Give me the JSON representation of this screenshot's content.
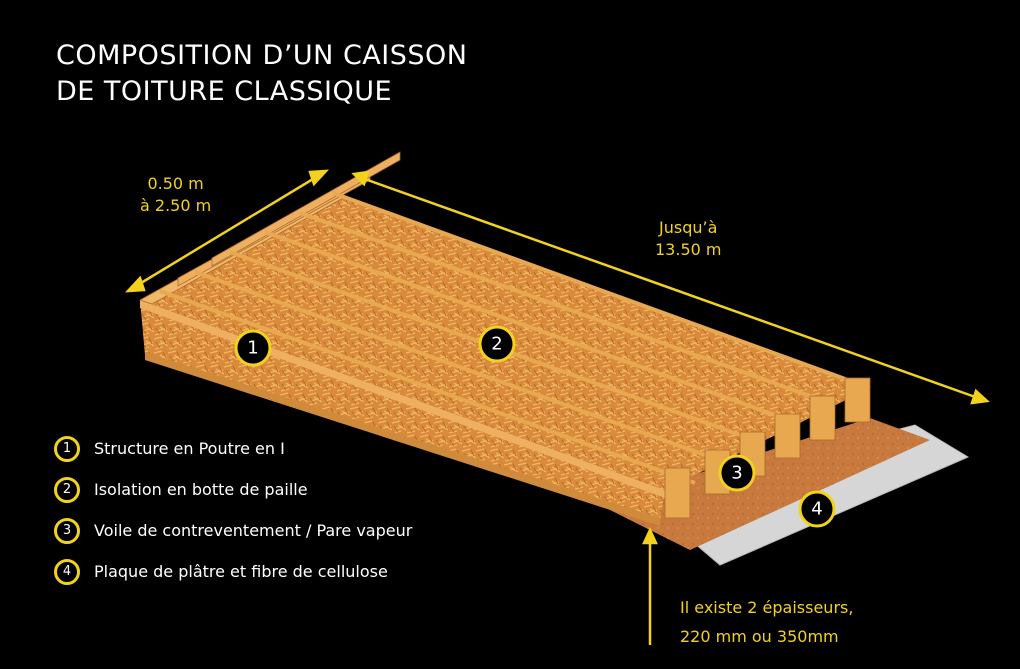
{
  "title": {
    "line1": "COMPOSITION D’UN CAISSON",
    "line2": "DE TOITURE CLASSIQUE"
  },
  "dimensions": {
    "width_line1": "0.50 m",
    "width_line2": "à 2.50 m",
    "length_line1": "Jusqu’à",
    "length_line2": "13.50 m"
  },
  "markers": [
    "1",
    "2",
    "3",
    "4"
  ],
  "legend": [
    {
      "number": "1",
      "label": "Structure en Poutre en I"
    },
    {
      "number": "2",
      "label": "Isolation en botte de paille"
    },
    {
      "number": "3",
      "label": "Voile de contreventement / Pare vapeur"
    },
    {
      "number": "4",
      "label": "Plaque de plâtre et fibre de cellulose"
    }
  ],
  "note": {
    "line1": "Il existe 2 épaisseurs,",
    "line2": "220 mm ou 350mm"
  },
  "colors": {
    "accent": "#f2d21c",
    "background": "#000000",
    "straw": "#d98a3a",
    "beam": "#e0a050",
    "plaster": "#d8d8d8"
  }
}
